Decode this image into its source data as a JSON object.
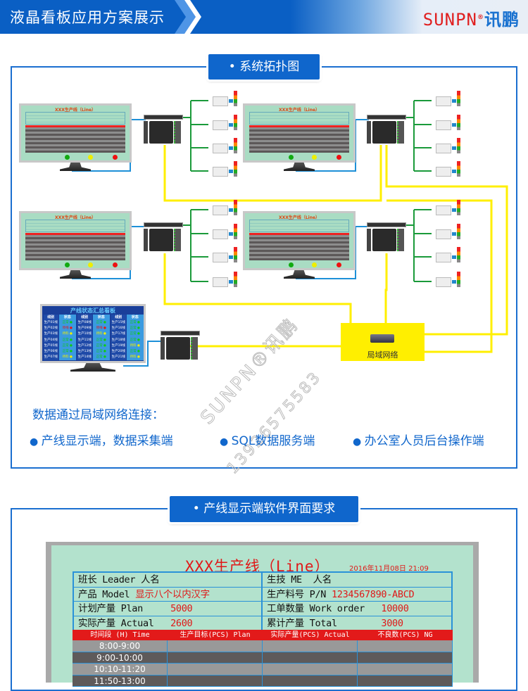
{
  "header": {
    "title": "液晶看板应用方案展示",
    "logo_latin": "SUNPN",
    "logo_registered": "®",
    "logo_cn": "讯鹏"
  },
  "colors": {
    "brand_blue": "#0f66cc",
    "logo_red": "#e02020",
    "network_yellow": "#ffef00",
    "field_green": "#1a9a3a",
    "data_line_blue": "#1e90d8"
  },
  "section1": {
    "title_bullet": "•",
    "title": "系统拓扑图",
    "monitor_title": "XXX生产线（Line）",
    "summary_board": {
      "title": "产线状态汇总看板",
      "col_line": "线别",
      "col_status": "状态",
      "groups": [
        {
          "rows": [
            {
              "line": "生产01线",
              "status": "正常",
              "color": "green"
            },
            {
              "line": "生产02线",
              "status": "停线",
              "color": "red"
            },
            {
              "line": "生产03线",
              "status": "待料",
              "color": "yellow"
            },
            {
              "line": "生产04线",
              "status": "正常",
              "color": "green"
            },
            {
              "line": "生产05线",
              "status": "正常",
              "color": "green"
            },
            {
              "line": "生产06线",
              "status": "正常",
              "color": "green"
            },
            {
              "line": "生产07线",
              "status": "待料",
              "color": "yellow"
            }
          ]
        },
        {
          "rows": [
            {
              "line": "生产08线",
              "status": "正常",
              "color": "green"
            },
            {
              "line": "生产09线",
              "status": "停线",
              "color": "red"
            },
            {
              "line": "生产10线",
              "status": "待料",
              "color": "yellow"
            },
            {
              "line": "生产11线",
              "status": "正常",
              "color": "green"
            },
            {
              "line": "生产12线",
              "status": "正常",
              "color": "green"
            },
            {
              "line": "生产13线",
              "status": "正常",
              "color": "green"
            },
            {
              "line": "生产14线",
              "status": "正常",
              "color": "green"
            }
          ]
        },
        {
          "rows": [
            {
              "line": "生产15线",
              "status": "正常",
              "color": "green"
            },
            {
              "line": "生产16线",
              "status": "正常",
              "color": "green"
            },
            {
              "line": "生产17线",
              "status": "正常",
              "color": "green"
            },
            {
              "line": "生产18线",
              "status": "正常",
              "color": "green"
            },
            {
              "line": "生产19线",
              "status": "待料",
              "color": "yellow"
            },
            {
              "line": "生产20线",
              "status": "正常",
              "color": "green"
            },
            {
              "line": "生产21线",
              "status": "待料",
              "color": "yellow"
            }
          ]
        }
      ]
    },
    "lan_label": "局域网络",
    "intro": "数据通过局域网络连接：",
    "bullets": [
      "产线显示端，数据采集端",
      "SQL数据服务端",
      "办公室人员后台操作端"
    ],
    "watermark": {
      "brand": "SUNPN®讯鹏",
      "phone": "13926575583"
    }
  },
  "section2": {
    "title_bullet": "•",
    "title": "产线显示端软件界面要求",
    "display": {
      "title": "XXX生产线（Line）",
      "datetime": "2016年11月08日  21:09",
      "info": [
        [
          {
            "label": "班长 Leader 人名",
            "value": ""
          },
          {
            "label": "生技 ME  人名",
            "value": ""
          }
        ],
        [
          {
            "label": "产品 Model ",
            "value": "显示八个以内汉字"
          },
          {
            "label": "生产料号 P/N ",
            "value": "1234567890-ABCD"
          }
        ],
        [
          {
            "label": "计划产量 Plan     ",
            "value": "5000"
          },
          {
            "label": "工单数量 Work order   ",
            "value": "10000"
          }
        ],
        [
          {
            "label": "实际产量 Actual   ",
            "value": "2600"
          },
          {
            "label": "累计产量 Total        ",
            "value": "3000"
          }
        ]
      ],
      "table_headers": [
        "时间段 (H) Time",
        "生产目标(PCS) Plan",
        "实际产量(PCS) Actual",
        "不良数(PCS) NG"
      ],
      "time_slots": [
        "8:00-9:00",
        "9:00-10:00",
        "10:10-11:20",
        "11:50-13:00"
      ]
    }
  }
}
